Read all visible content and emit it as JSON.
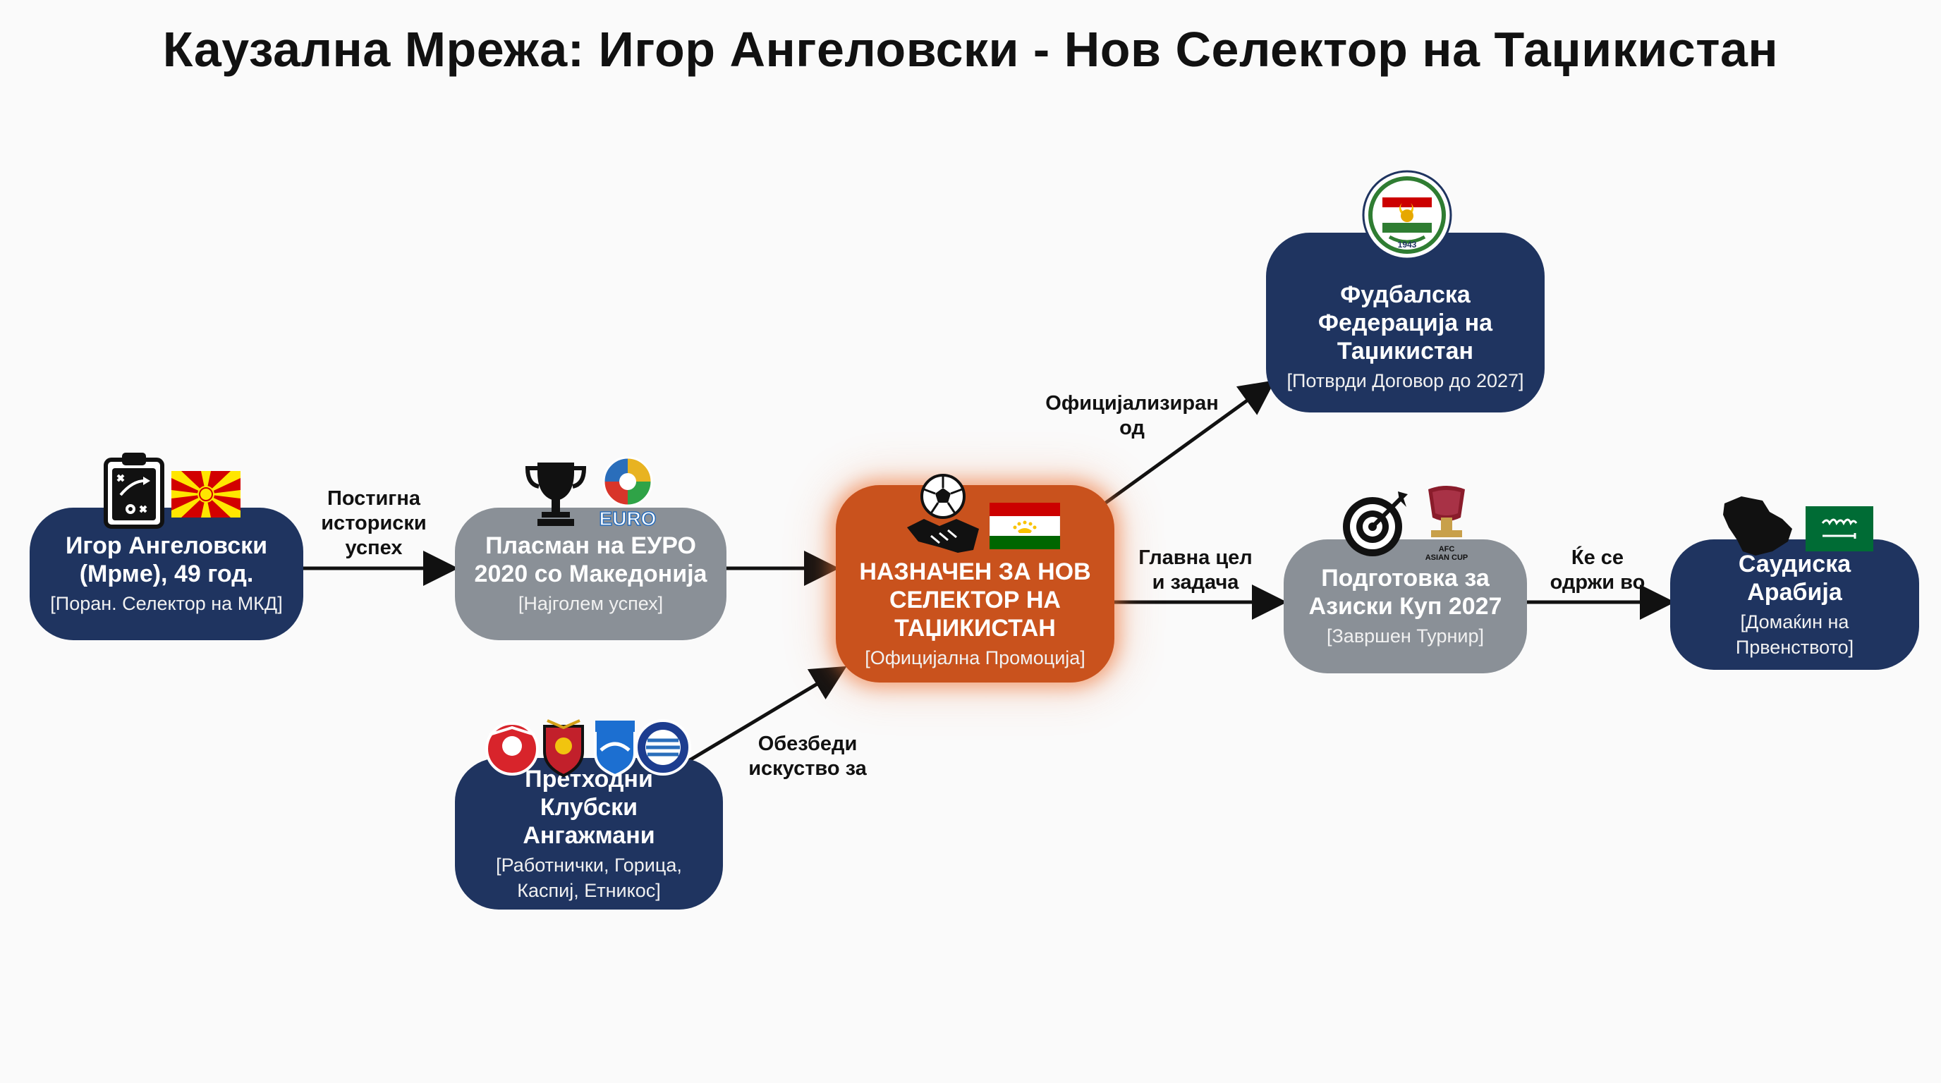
{
  "title": "Каузална Мрежа: Игор Ангеловски - Нов Селектор на Таџикистан",
  "nodes": {
    "igor": {
      "title": "Игор Ангеловски\n(Мрме), 49 год.",
      "sub": "[Поран. Селектор на МКД]"
    },
    "euro": {
      "title": "Пласман на ЕУРО\n2020 со Македонија",
      "sub": "[Најголем успех]"
    },
    "clubs": {
      "title": "Претходни Клубски\nАнгажмани",
      "sub": "[Работнички, Горица,\nКаспиј, Етникос]"
    },
    "appointed": {
      "title": "НАЗНАЧЕН ЗА НОВ\nСЕЛЕКТОР НА\nТАЏИКИСТАН",
      "sub": "[Официјална Промоција]"
    },
    "federation": {
      "title": "Фудбалска\nФедерација на\nТаџикистан",
      "sub": "[Потврди Договор до 2027]"
    },
    "asiancup": {
      "title": "Подготовка за\nАзиски Куп 2027",
      "sub": "[Завршен Турнир]"
    },
    "saudi": {
      "title": "Саудиска Арабија",
      "sub": "[Домаќин на\nПрвенството]"
    }
  },
  "edges": {
    "igor_euro": "Постигна\nисториски\nуспех",
    "clubs_appointed": "Обезбеди\nискуство за",
    "appointed_federation": "Официјализиран\nод",
    "appointed_asiancup": "Главна цел\nи задача",
    "asiancup_saudi": "Ќе се\nодржи во"
  },
  "logos": {
    "euro_text": "EURO",
    "afc_text": "AFC\nASIAN CUP",
    "federation_year": "1943"
  },
  "icons": [
    "tactics-board-icon",
    "macedonia-flag-icon",
    "trophy-icon",
    "euro-logo-icon",
    "soccer-handshake-icon",
    "tajikistan-flag-icon",
    "club-crest-icons",
    "federation-emblem-icon",
    "target-icon",
    "asian-cup-trophy-icon",
    "saudi-map-icon",
    "saudi-flag-icon"
  ],
  "colors": {
    "navy": "#1f3460",
    "gray": "#8a9097",
    "orange": "#c9521d",
    "arrow": "#111111"
  }
}
